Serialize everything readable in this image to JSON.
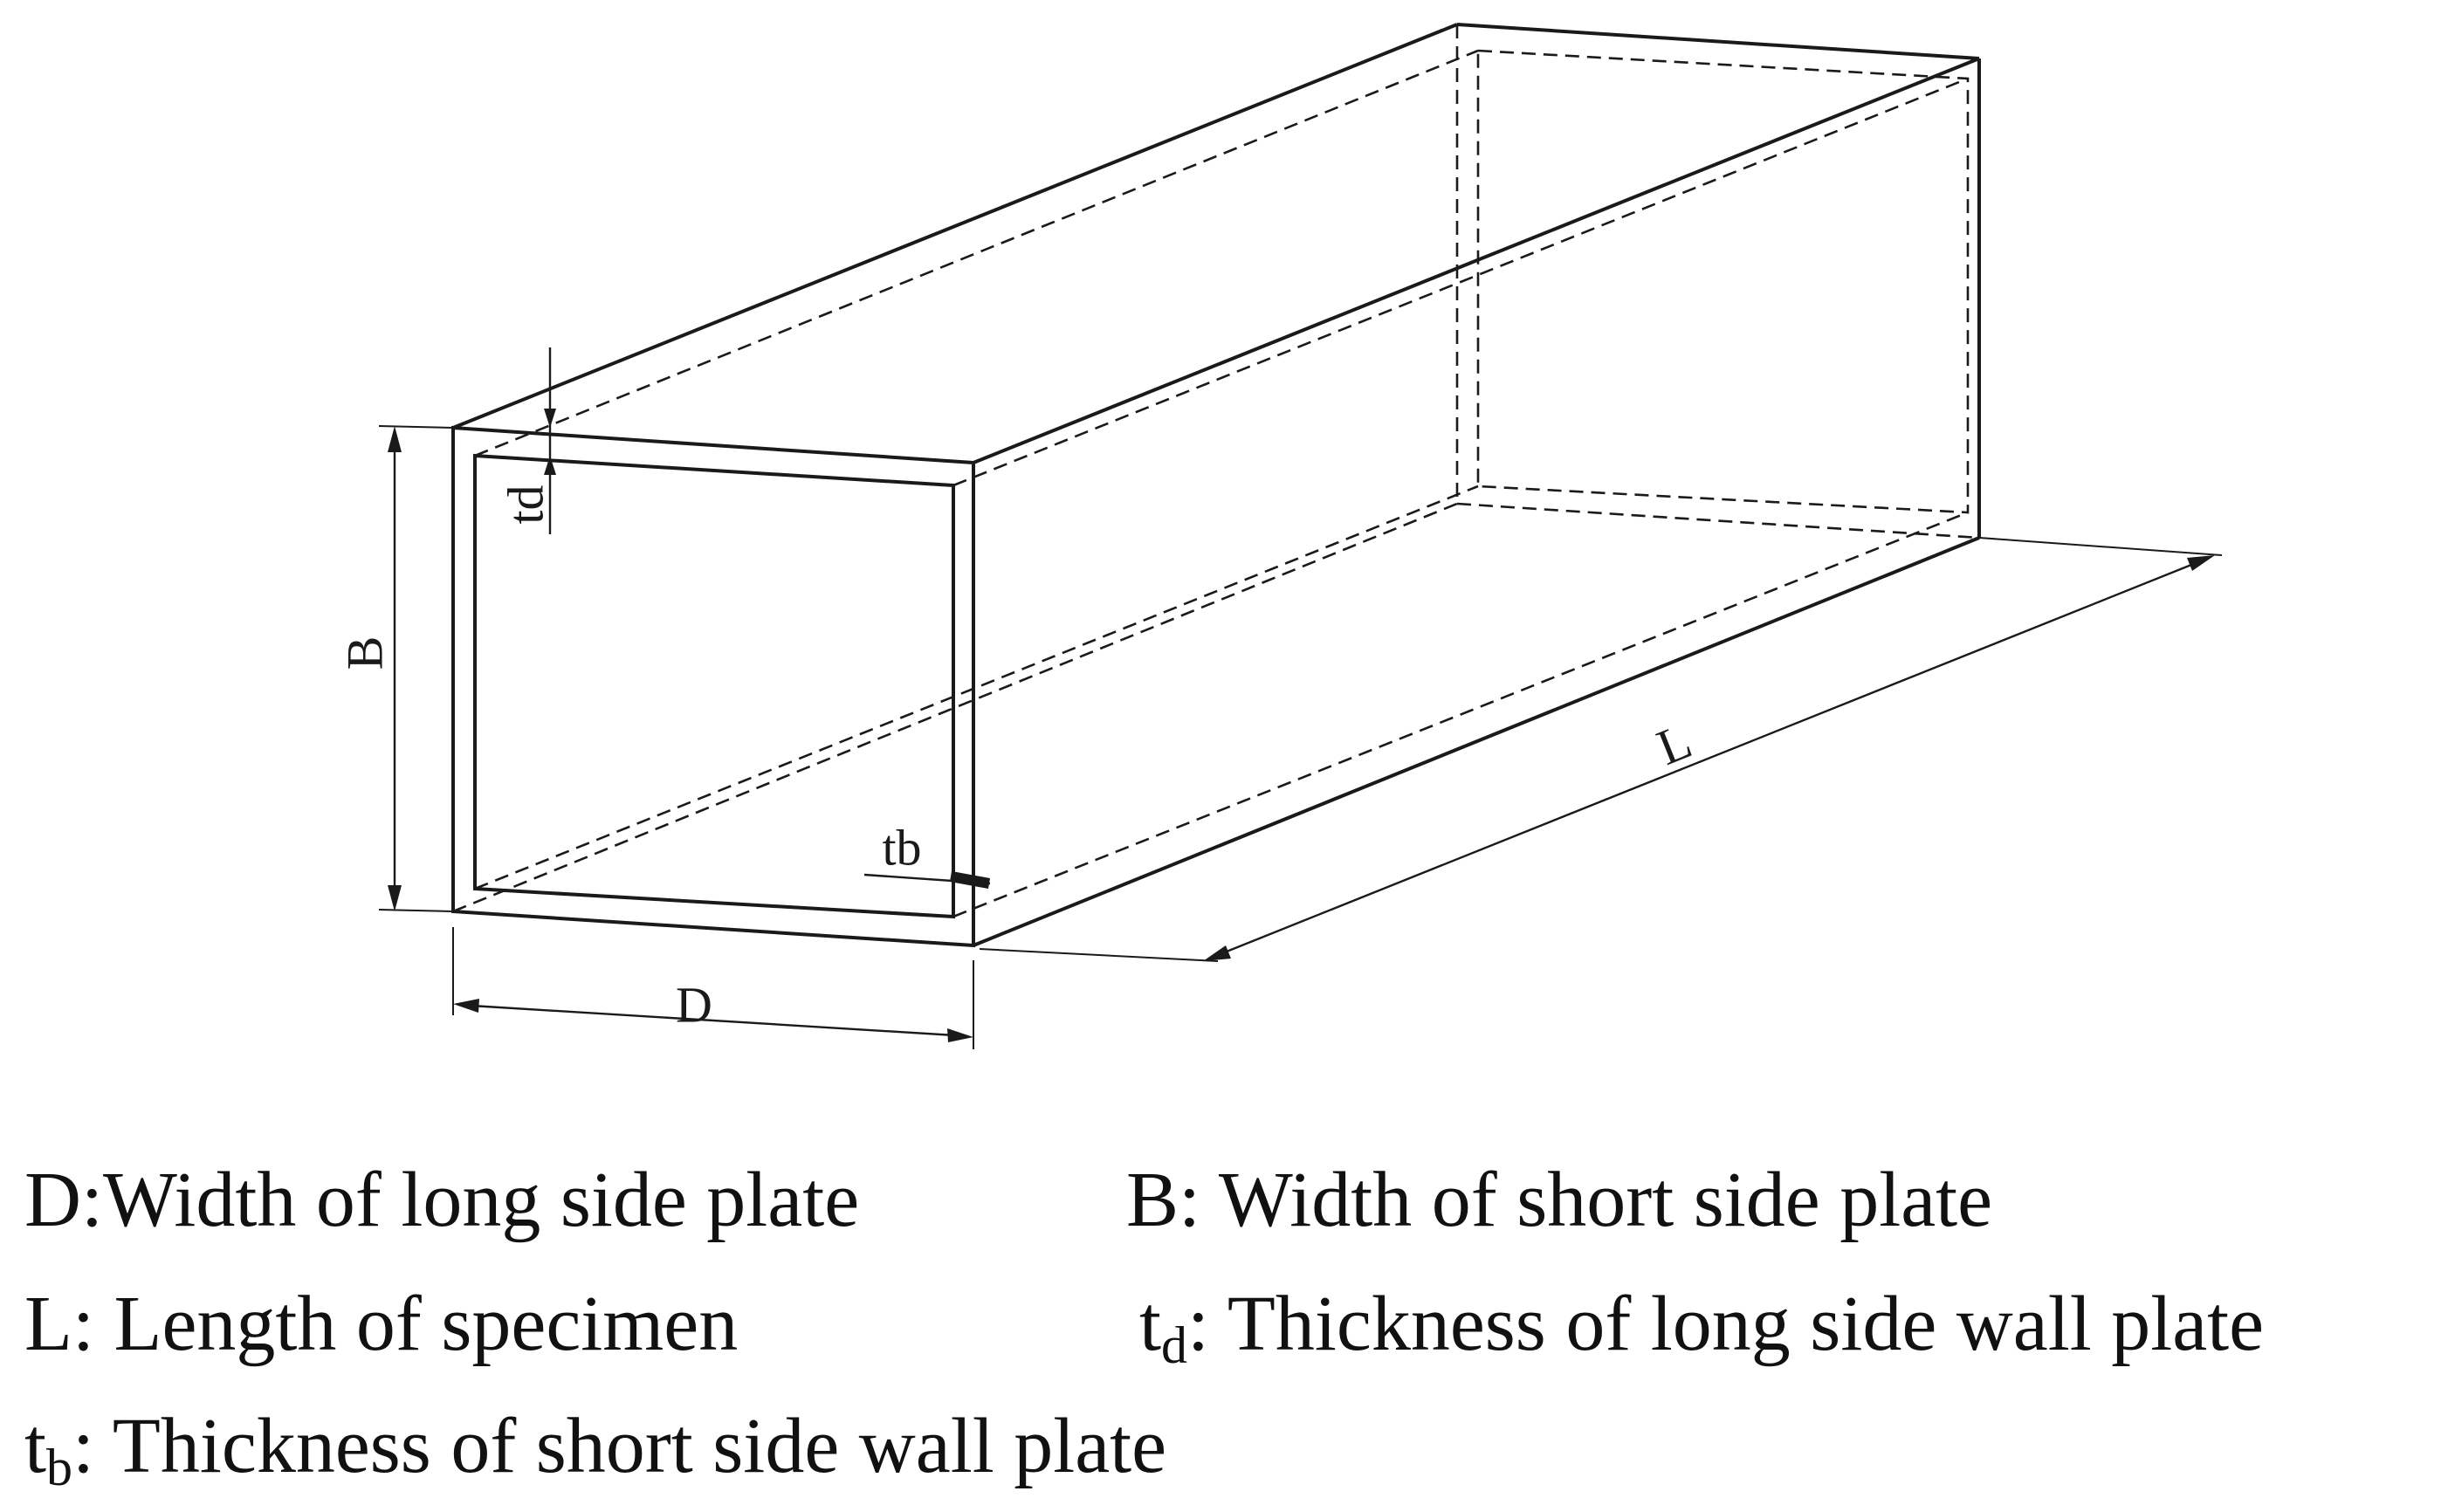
{
  "diagram": {
    "dimension_labels": {
      "B": "B",
      "D": "D",
      "L": "L",
      "td": "td",
      "tb": "tb"
    }
  },
  "legend": {
    "D": {
      "text": "D:Width of long side plate"
    },
    "B": {
      "text": "B: Width of short side plate"
    },
    "L": {
      "text": "L: Length of specimen"
    },
    "td": {
      "symbol": "t",
      "subscript": "d",
      "text": ": Thickness of long side wall plate"
    },
    "tb": {
      "symbol": "t",
      "subscript": "b",
      "text": ": Thickness of short side wall plate"
    }
  }
}
